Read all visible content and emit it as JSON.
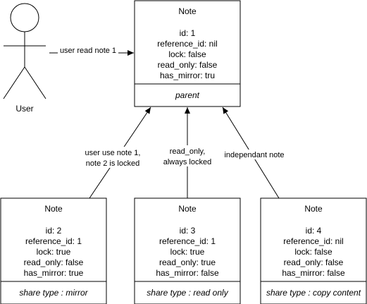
{
  "actor": {
    "label": "User"
  },
  "edge_labels": {
    "user_read": "user read note 1",
    "mirror_line1": "user use note 1,",
    "mirror_line2": "note 2 is locked",
    "readonly_line1": "read_only,",
    "readonly_line2": "always locked",
    "copy": "independant note"
  },
  "notes": {
    "parent": {
      "title": "Note",
      "lines": [
        "id: 1",
        "reference_id: nil",
        "lock: false",
        "read_only: false",
        "has_mirror: tru"
      ],
      "footer": "parent"
    },
    "mirror": {
      "title": "Note",
      "lines": [
        "id: 2",
        "reference_id: 1",
        "lock: true",
        "read_only: false",
        "has_mirror: true"
      ],
      "footer": "share type : mirror"
    },
    "read_only": {
      "title": "Note",
      "lines": [
        "id: 3",
        "reference_id: 1",
        "lock: true",
        "read_only: true",
        "has_mirror: false"
      ],
      "footer": "share type : read only"
    },
    "copy": {
      "title": "Note",
      "lines": [
        "id: 4",
        "reference_id: nil",
        "lock: false",
        "read_only: false",
        "has_mirror: false"
      ],
      "footer": "share type : copy content"
    }
  },
  "colors": {
    "stroke": "#000000",
    "background": "#ffffff"
  }
}
